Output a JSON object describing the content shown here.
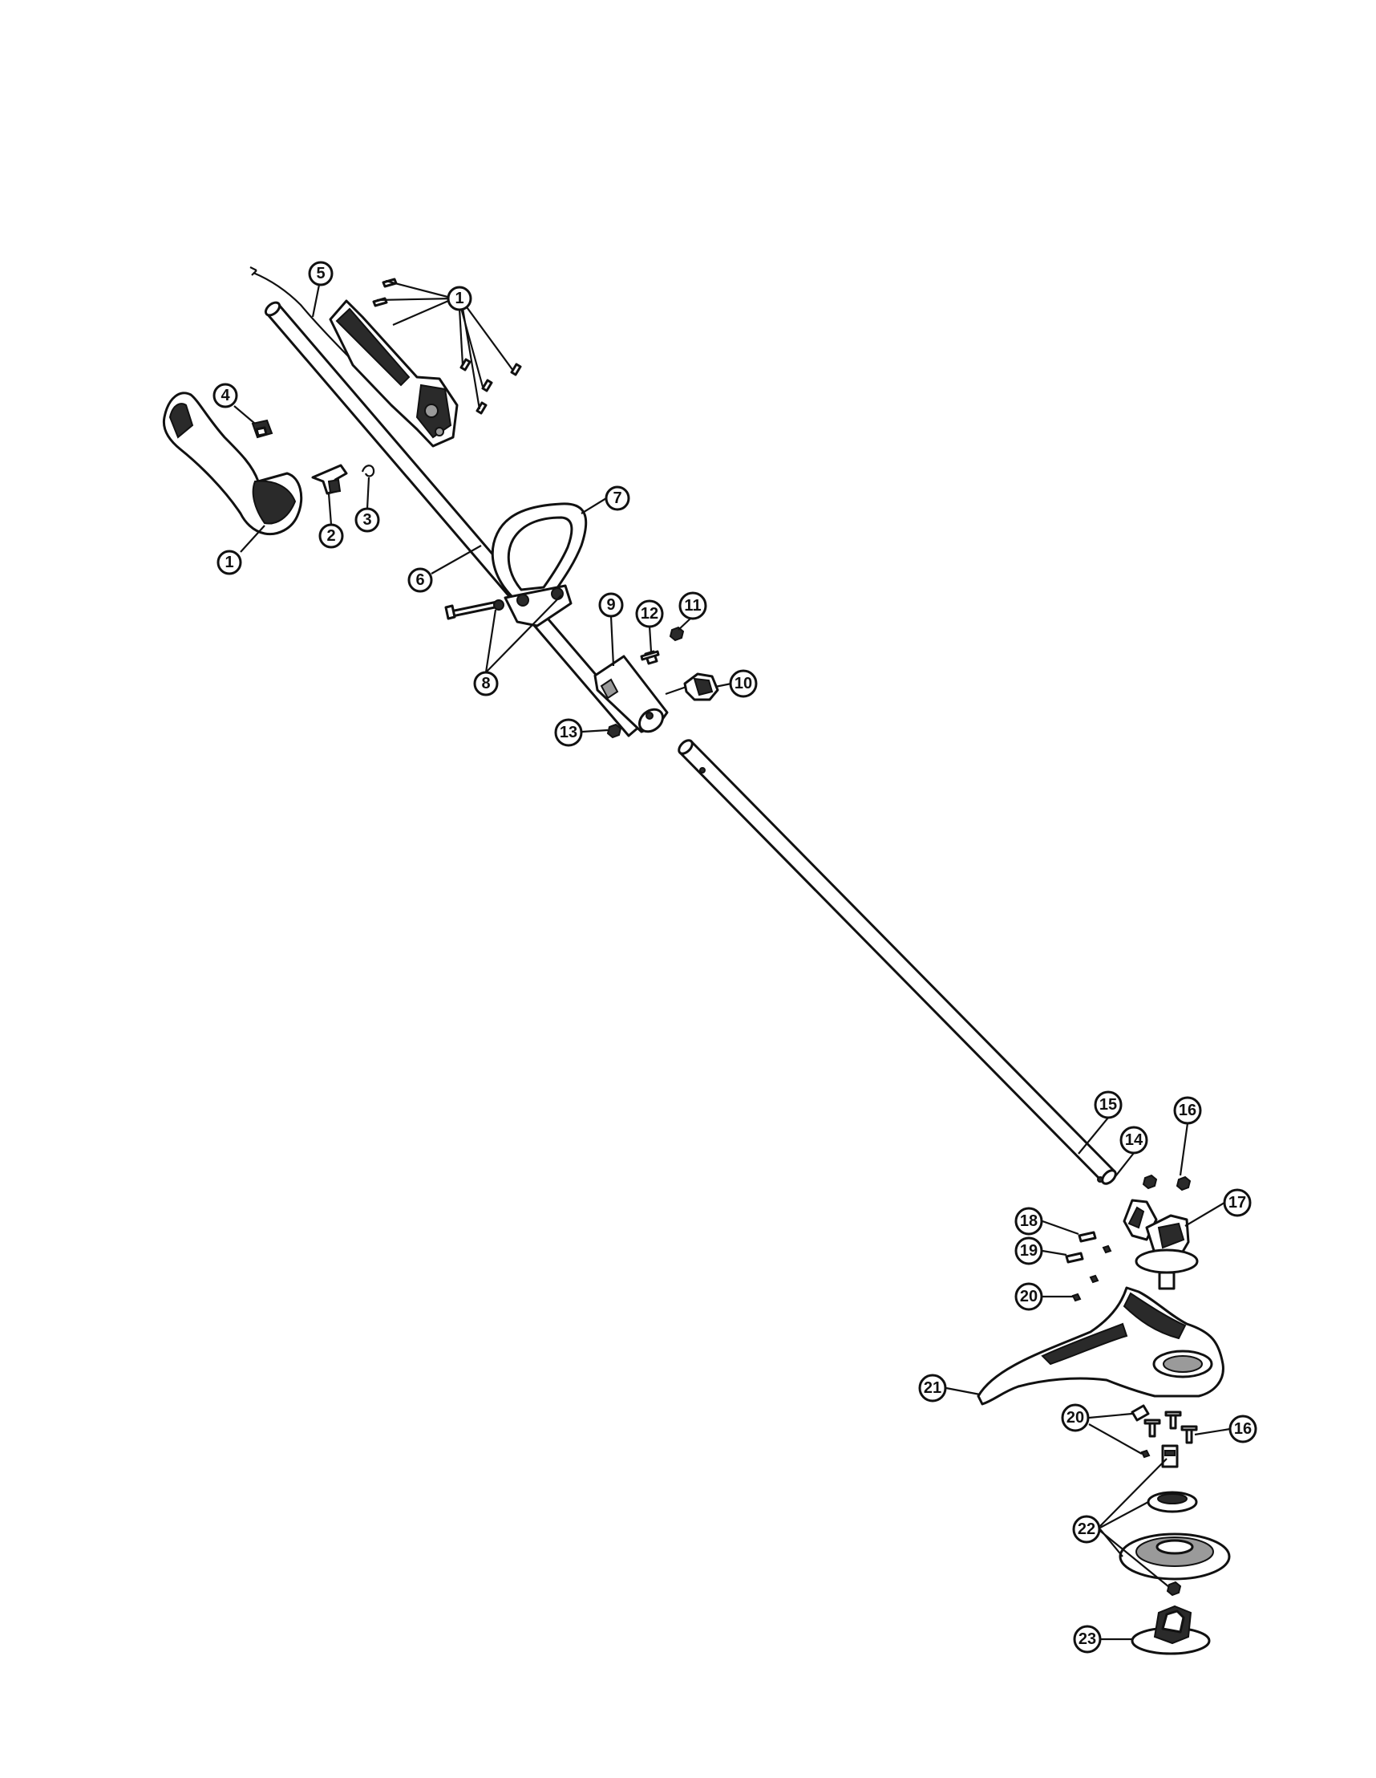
{
  "callouts": [
    {
      "id": "c1a",
      "label": "1"
    },
    {
      "id": "c1b",
      "label": "1"
    },
    {
      "id": "c2",
      "label": "2"
    },
    {
      "id": "c3",
      "label": "3"
    },
    {
      "id": "c4",
      "label": "4"
    },
    {
      "id": "c5",
      "label": "5"
    },
    {
      "id": "c6",
      "label": "6"
    },
    {
      "id": "c7",
      "label": "7"
    },
    {
      "id": "c8",
      "label": "8"
    },
    {
      "id": "c9",
      "label": "9"
    },
    {
      "id": "c10",
      "label": "10"
    },
    {
      "id": "c11",
      "label": "11"
    },
    {
      "id": "c12",
      "label": "12"
    },
    {
      "id": "c13",
      "label": "13"
    },
    {
      "id": "c14",
      "label": "14"
    },
    {
      "id": "c15",
      "label": "15"
    },
    {
      "id": "c16a",
      "label": "16"
    },
    {
      "id": "c16b",
      "label": "16"
    },
    {
      "id": "c17",
      "label": "17"
    },
    {
      "id": "c18",
      "label": "18"
    },
    {
      "id": "c19",
      "label": "19"
    },
    {
      "id": "c20a",
      "label": "20"
    },
    {
      "id": "c20b",
      "label": "20"
    },
    {
      "id": "c21",
      "label": "21"
    },
    {
      "id": "c22",
      "label": "22"
    },
    {
      "id": "c23",
      "label": "23"
    }
  ]
}
